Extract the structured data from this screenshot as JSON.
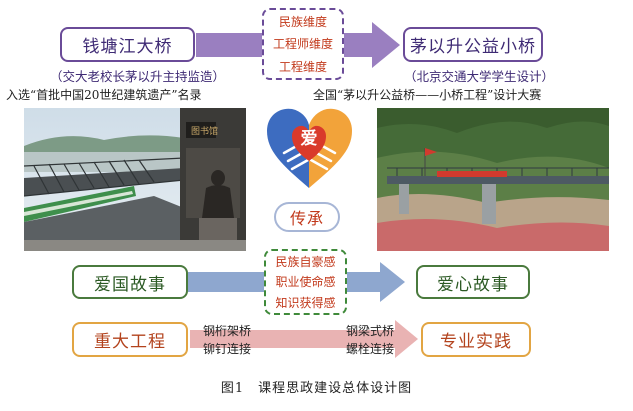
{
  "top": {
    "left_box": "钱塘江大桥",
    "left_sub": "（交大老校长茅以升主持监造）",
    "left_note": "入选“首批中国20世纪建筑遗产”名录",
    "right_box": "茅以升公益小桥",
    "right_sub": "（北京交通大学学生设计）",
    "right_note": "全国“茅以升公益桥——小桥工程”设计大赛",
    "dimensions": [
      "民族维度",
      "工程师维度",
      "工程维度"
    ]
  },
  "center": {
    "heart_text": "爱",
    "inherit": "传承"
  },
  "middle": {
    "left_box": "爱国故事",
    "right_box": "爱心故事",
    "feelings": [
      "民族自豪感",
      "职业使命感",
      "知识获得感"
    ]
  },
  "bottom": {
    "left_box": "重大工程",
    "right_box": "专业实践",
    "left_items": [
      "钢桁架桥",
      "铆钉连接"
    ],
    "right_items": [
      "钢梁式桥",
      "螺栓连接"
    ]
  },
  "caption": "图1　课程思政建设总体设计图",
  "colors": {
    "purple": "#6a4b98",
    "arrow_purple": "#9a7fc0",
    "arrow_blue": "#8ea7cf",
    "arrow_pink": "#e9b3b3",
    "red_text": "#c2391b",
    "green": "#4a7a3d",
    "orange": "#e2a543"
  }
}
